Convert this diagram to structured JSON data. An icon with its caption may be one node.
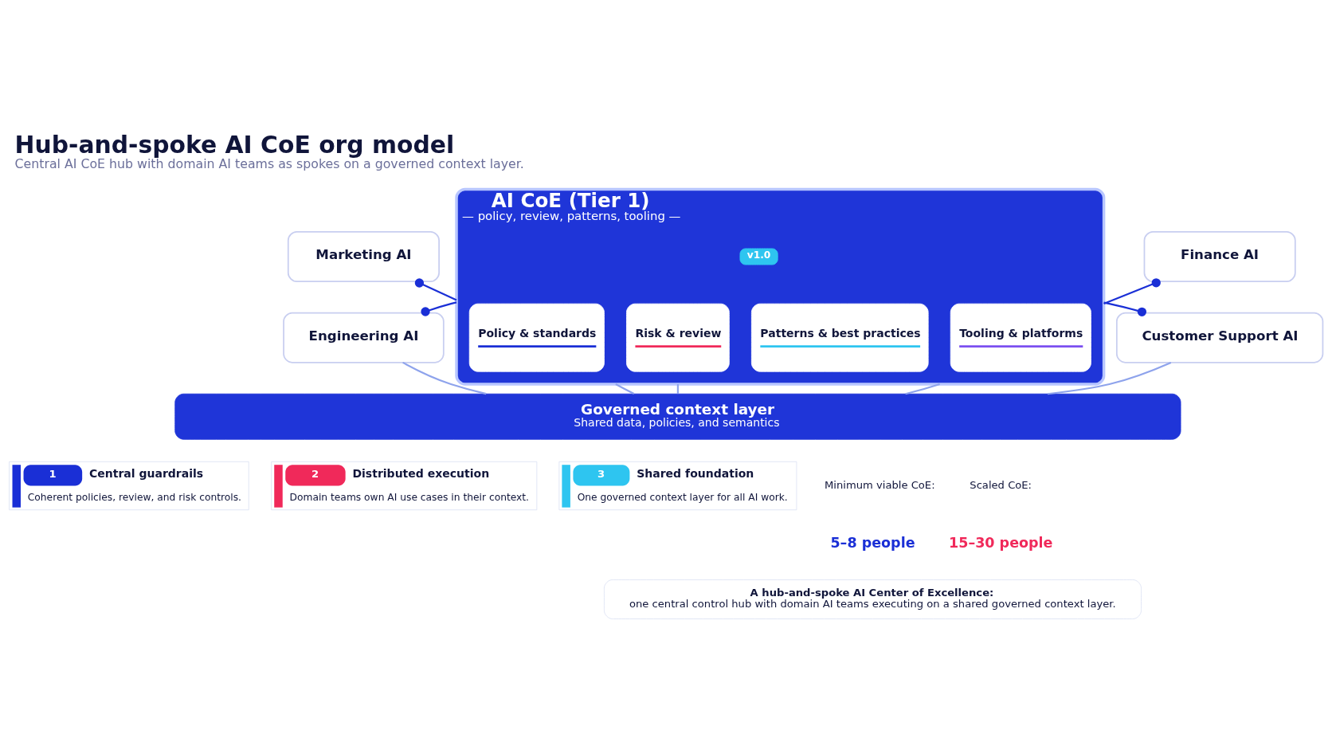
{
  "diagram": {
    "title": "Hub-and-spoke AI CoE org model",
    "caption": "Central AI CoE hub with domain AI teams as spokes on a governed context layer.",
    "nodes": [
      {
        "text": [
          "AI CoE (Tier 1)",
          "— policy, review, patterns, tooling —"
        ]
      },
      {
        "text": [
          "v1.0"
        ],
        "in": 0
      },
      {
        "text": [
          "Policy & standards"
        ],
        "in": 0
      },
      {
        "text": [
          "Risk & review"
        ],
        "in": 0
      },
      {
        "text": [
          "Patterns & best practices"
        ],
        "in": 0
      },
      {
        "text": [
          "Tooling & platforms"
        ],
        "in": 0
      },
      {
        "text": [
          "Marketing AI"
        ]
      },
      {
        "text": [
          "Engineering AI"
        ]
      },
      {
        "text": [
          "Finance AI"
        ]
      },
      {
        "text": [
          "Customer Support AI"
        ]
      },
      {
        "text": [
          "Governed context layer",
          "Shared data, policies, and semantics"
        ]
      },
      {
        "text": [
          "1",
          "Central guardrails",
          "Coherent policies, review, and risk controls."
        ]
      },
      {
        "text": [
          "2",
          "Distributed execution",
          "Domain teams own AI use cases in their context."
        ]
      },
      {
        "text": [
          "3",
          "Shared foundation",
          "One governed context layer for all AI work."
        ]
      },
      {
        "text": [
          "A hub-and-spoke AI Center of Excellence:",
          "one central control hub with domain AI teams executing on a shared governed context layer."
        ]
      }
    ],
    "edges": [
      {
        "from": 6,
        "to": 0,
        "arrow": "other",
        "color": "#1a2fd6"
      },
      {
        "from": 7,
        "to": 0,
        "arrow": "other",
        "color": "#1a2fd6"
      },
      {
        "from": 8,
        "to": 0,
        "arrow": "other",
        "color": "#1a2fd6"
      },
      {
        "from": 9,
        "to": 0,
        "arrow": "other",
        "color": "#1a2fd6"
      },
      {
        "from": 7,
        "to": 10,
        "arrow": "none"
      },
      {
        "from": 0,
        "to": 10,
        "arrow": "none"
      },
      {
        "from": 0,
        "to": 10,
        "arrow": "none"
      },
      {
        "from": 0,
        "to": 10,
        "arrow": "none"
      },
      {
        "from": 9,
        "to": 10,
        "arrow": "none"
      }
    ],
    "labels": [
      "Minimum viable CoE:",
      "5–8 people",
      "Scaled CoE:",
      "15–30 people"
    ]
  }
}
